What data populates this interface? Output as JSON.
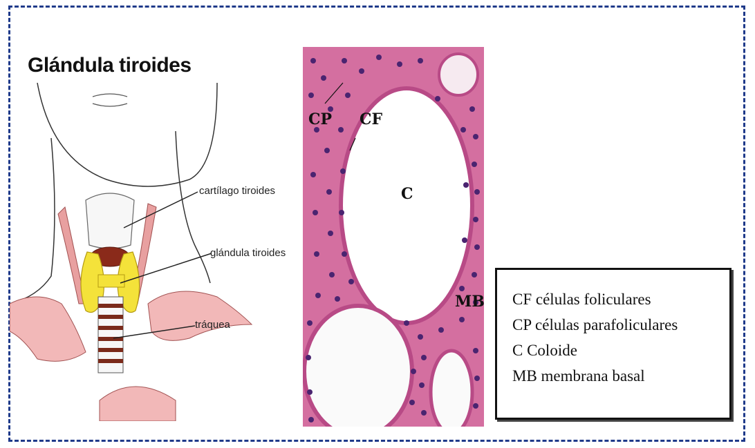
{
  "title": "Glándula tiroides",
  "neck_labels": {
    "cartilage": "cartílago tiroides",
    "gland": "glándula tiroides",
    "trachea": "tráquea"
  },
  "histology_labels": {
    "cp": "CP",
    "cf": "CF",
    "c": "C",
    "mb": "MB"
  },
  "legend": [
    {
      "abbr": "CF",
      "desc": "células foliculares"
    },
    {
      "abbr": "CP",
      "desc": "células parafoliculares"
    },
    {
      "abbr": "C",
      "desc": "Coloide"
    },
    {
      "abbr": "MB",
      "desc": "membrana basal"
    }
  ],
  "colors": {
    "frame_border": "#1f3a8a",
    "gland_yellow": "#f4e23a",
    "tissue_pink": "#d46fa0",
    "nucleus_purple": "#4a2470"
  }
}
